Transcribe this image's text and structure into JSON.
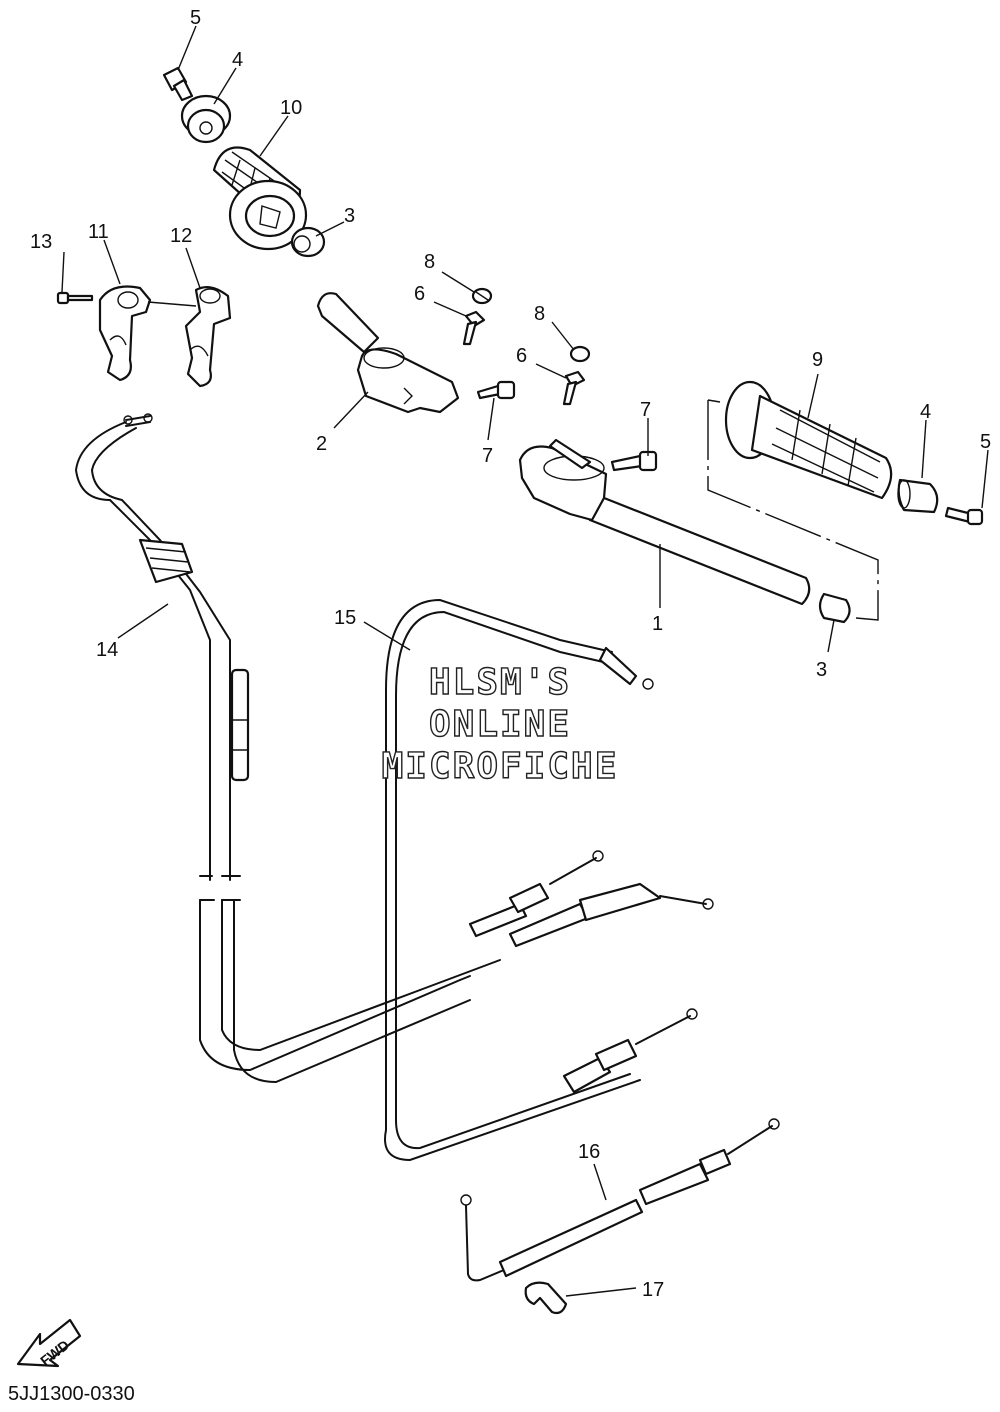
{
  "diagram": {
    "code": "5JJ1300-0330",
    "watermark": [
      "HLSM'S",
      "ONLINE",
      "MICROFICHE"
    ],
    "fwd": "FWD",
    "callouts": {
      "c1": "1",
      "c2": "2",
      "c3a": "3",
      "c3b": "3",
      "c4a": "4",
      "c4b": "4",
      "c5a": "5",
      "c5b": "5",
      "c6a": "6",
      "c6b": "6",
      "c7a": "7",
      "c7b": "7",
      "c8a": "8",
      "c8b": "8",
      "c9": "9",
      "c10": "10",
      "c11": "11",
      "c12": "12",
      "c13": "13",
      "c14": "14",
      "c15": "15",
      "c16": "16",
      "c17": "17"
    }
  }
}
